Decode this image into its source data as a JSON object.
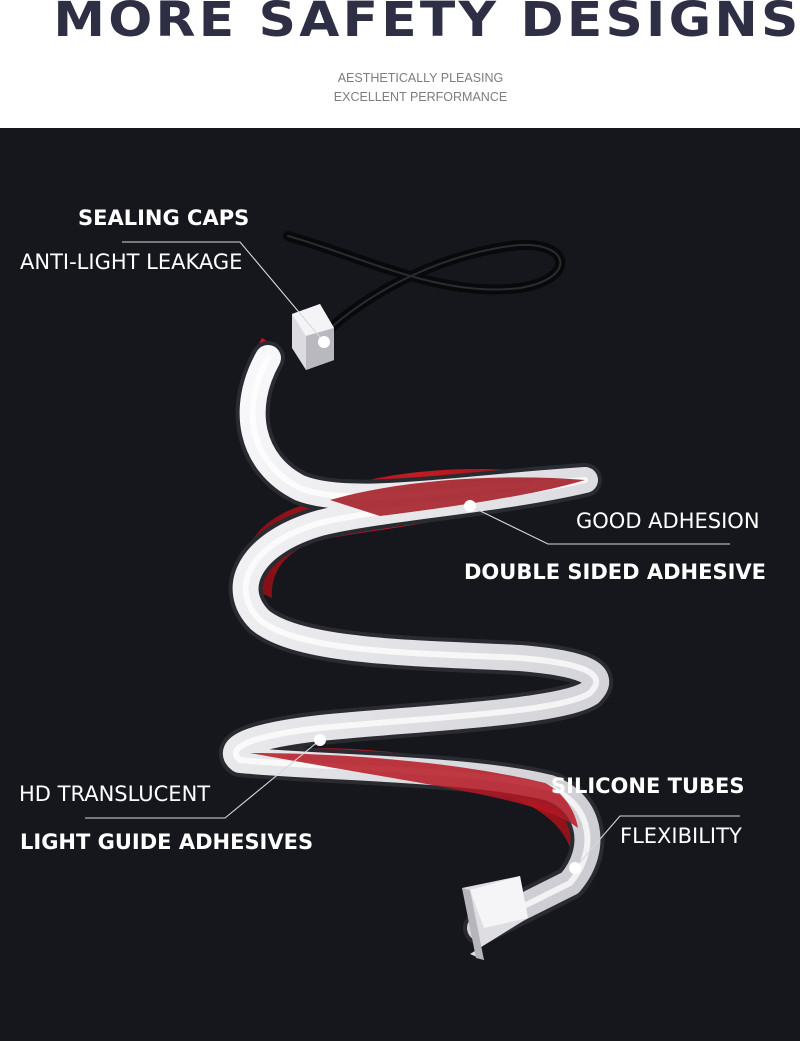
{
  "header": {
    "title": "MORE SAFETY DESIGNS",
    "subtitle_line1": "AESTHETICALLY PLEASING",
    "subtitle_line2": "EXCELLENT PERFORMANCE"
  },
  "callouts": {
    "sealing_caps": "SEALING CAPS",
    "anti_light_leakage": "ANTI-LIGHT LEAKAGE",
    "good_adhesion": "GOOD ADHESION",
    "double_sided_adhesive": "DOUBLE SIDED ADHESIVE",
    "hd_translucent": "HD TRANSLUCENT",
    "light_guide_adhesives": "LIGHT GUIDE ADHESIVES",
    "silicone_tubes": "SILICONE TUBES",
    "flexibility": "FLEXIBILITY"
  },
  "colors": {
    "title": "#2e2f44",
    "subtitle": "#7d7d82",
    "panel_background": "#15171c",
    "strip_silicone": "#e9e9ec",
    "adhesive_red": "#b0161f",
    "cable": "#1b1c20"
  }
}
